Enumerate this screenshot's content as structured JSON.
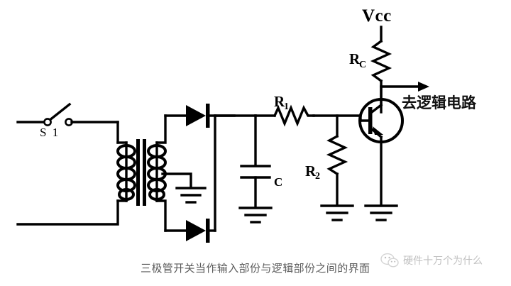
{
  "diagram": {
    "title_caption": "三极管开关当作输入部份与逻辑部份之间的界面",
    "type": "circuit-schematic",
    "background_color": "#ffffff",
    "line_color": "#000000",
    "labels": {
      "switch": "S 1",
      "supply": "Vcc",
      "collector_resistor": "R",
      "collector_resistor_sub": "C",
      "base_resistor": "R",
      "base_resistor_sub": "1",
      "pulldown_resistor": "R",
      "pulldown_resistor_sub": "2",
      "capacitor": "C",
      "output": "去逻辑电路"
    },
    "components": [
      {
        "name": "switch-s1",
        "label": "S 1",
        "kind": "spst-switch",
        "state": "open"
      },
      {
        "name": "transformer-t1",
        "kind": "iron-core-transformer",
        "taps": "center-tapped-secondary"
      },
      {
        "name": "diode-d1",
        "kind": "diode",
        "orientation": "right"
      },
      {
        "name": "diode-d2",
        "kind": "diode",
        "orientation": "right"
      },
      {
        "name": "capacitor-c",
        "label": "C",
        "kind": "capacitor"
      },
      {
        "name": "resistor-r1",
        "label": "R1",
        "kind": "resistor",
        "orientation": "horizontal"
      },
      {
        "name": "resistor-r2",
        "label": "R2",
        "kind": "resistor",
        "orientation": "vertical"
      },
      {
        "name": "resistor-rc",
        "label": "Rc",
        "kind": "resistor",
        "orientation": "vertical"
      },
      {
        "name": "transistor-q1",
        "kind": "npn-bjt"
      },
      {
        "name": "ground-transformer",
        "kind": "ground"
      },
      {
        "name": "ground-capacitor",
        "kind": "ground"
      },
      {
        "name": "ground-r2",
        "kind": "ground"
      },
      {
        "name": "ground-emitter",
        "kind": "ground"
      },
      {
        "name": "supply-vcc",
        "label": "Vcc",
        "kind": "supply-rail"
      },
      {
        "name": "output-arrow",
        "label": "去逻辑电路",
        "kind": "signal-output"
      }
    ]
  },
  "watermark": {
    "text": "硬件十万个为什么",
    "icon": "wechat-icon",
    "color": "#9a9a9a"
  }
}
